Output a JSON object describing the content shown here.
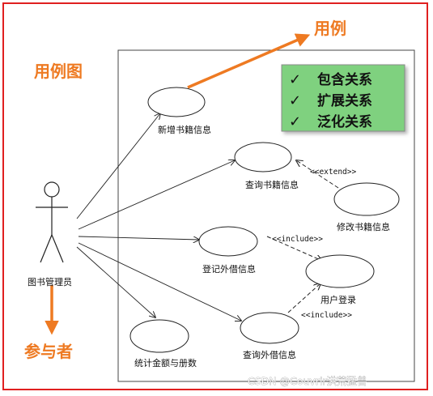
{
  "annotations": {
    "diagram_title": "用例图",
    "usecase_label": "用例",
    "actor_label": "参与者"
  },
  "legend": {
    "items": [
      {
        "check": "✓",
        "text": "包含关系"
      },
      {
        "check": "✓",
        "text": "扩展关系"
      },
      {
        "check": "✓",
        "text": "泛化关系"
      }
    ]
  },
  "actor": {
    "name": "图书管理员"
  },
  "use_cases": {
    "add_book": "新增书籍信息",
    "query_book": "查询书籍信息",
    "modify_book": "修改书籍信息",
    "register_borrow": "登记外借信息",
    "user_login": "用户登录",
    "stats": "统计金额与册数",
    "query_borrow": "查询外借信息"
  },
  "relations": {
    "extend": "<<extend>>",
    "include_register": "<<include>>",
    "include_query": "<<include>>"
  },
  "colors": {
    "frame": "#e02020",
    "accent": "#ee7a22",
    "legend_bg": "#7fd17f",
    "line": "#222222"
  },
  "watermark": "CSDN @Couvrir洪荒猛兽"
}
